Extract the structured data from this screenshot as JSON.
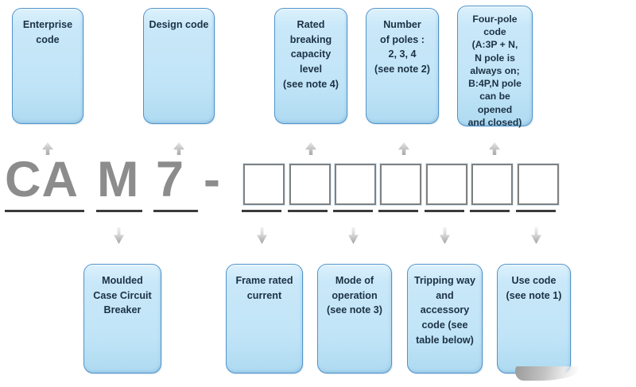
{
  "diagram_type": "model-code-breakdown",
  "code": {
    "prefix": [
      "CA",
      "M",
      "7",
      "-"
    ],
    "slot_count": 7
  },
  "top_boxes": [
    {
      "id": "enterprise-code",
      "label": "Enterprise\ncode"
    },
    {
      "id": "design-code",
      "label": "Design code"
    },
    {
      "id": "rated-breaking-capacity",
      "label": "Rated\nbreaking\ncapacity\nlevel\n(see note 4)"
    },
    {
      "id": "number-of-poles",
      "label": "Number\nof poles :\n2, 3, 4\n(see note 2)"
    },
    {
      "id": "four-pole-code",
      "label": "Four-pole code\n(A:3P + N,\nN pole is\nalways on;\nB:4P,N pole\ncan be opened\nand closed)"
    }
  ],
  "bottom_boxes": [
    {
      "id": "moulded-case-circuit-breaker",
      "label": "Moulded\nCase Circuit\nBreaker"
    },
    {
      "id": "frame-rated-current",
      "label": "Frame rated\ncurrent"
    },
    {
      "id": "mode-of-operation",
      "label": "Mode of\noperation\n(see note 3)"
    },
    {
      "id": "tripping-way-accessory-code",
      "label": "Tripping way\nand accessory\ncode (see\ntable below)"
    },
    {
      "id": "use-code",
      "label": "Use code\n(see note 1)"
    }
  ],
  "colors": {
    "box_fill": "#c4e6f8",
    "box_border": "#4f93ca",
    "box_text": "#1c3144",
    "code_letters": "#8c8c8c",
    "underline": "#3b3b3b",
    "slot_border": "#808080",
    "arrow_gray": "#b5b5b5",
    "background": "#ffffff"
  }
}
